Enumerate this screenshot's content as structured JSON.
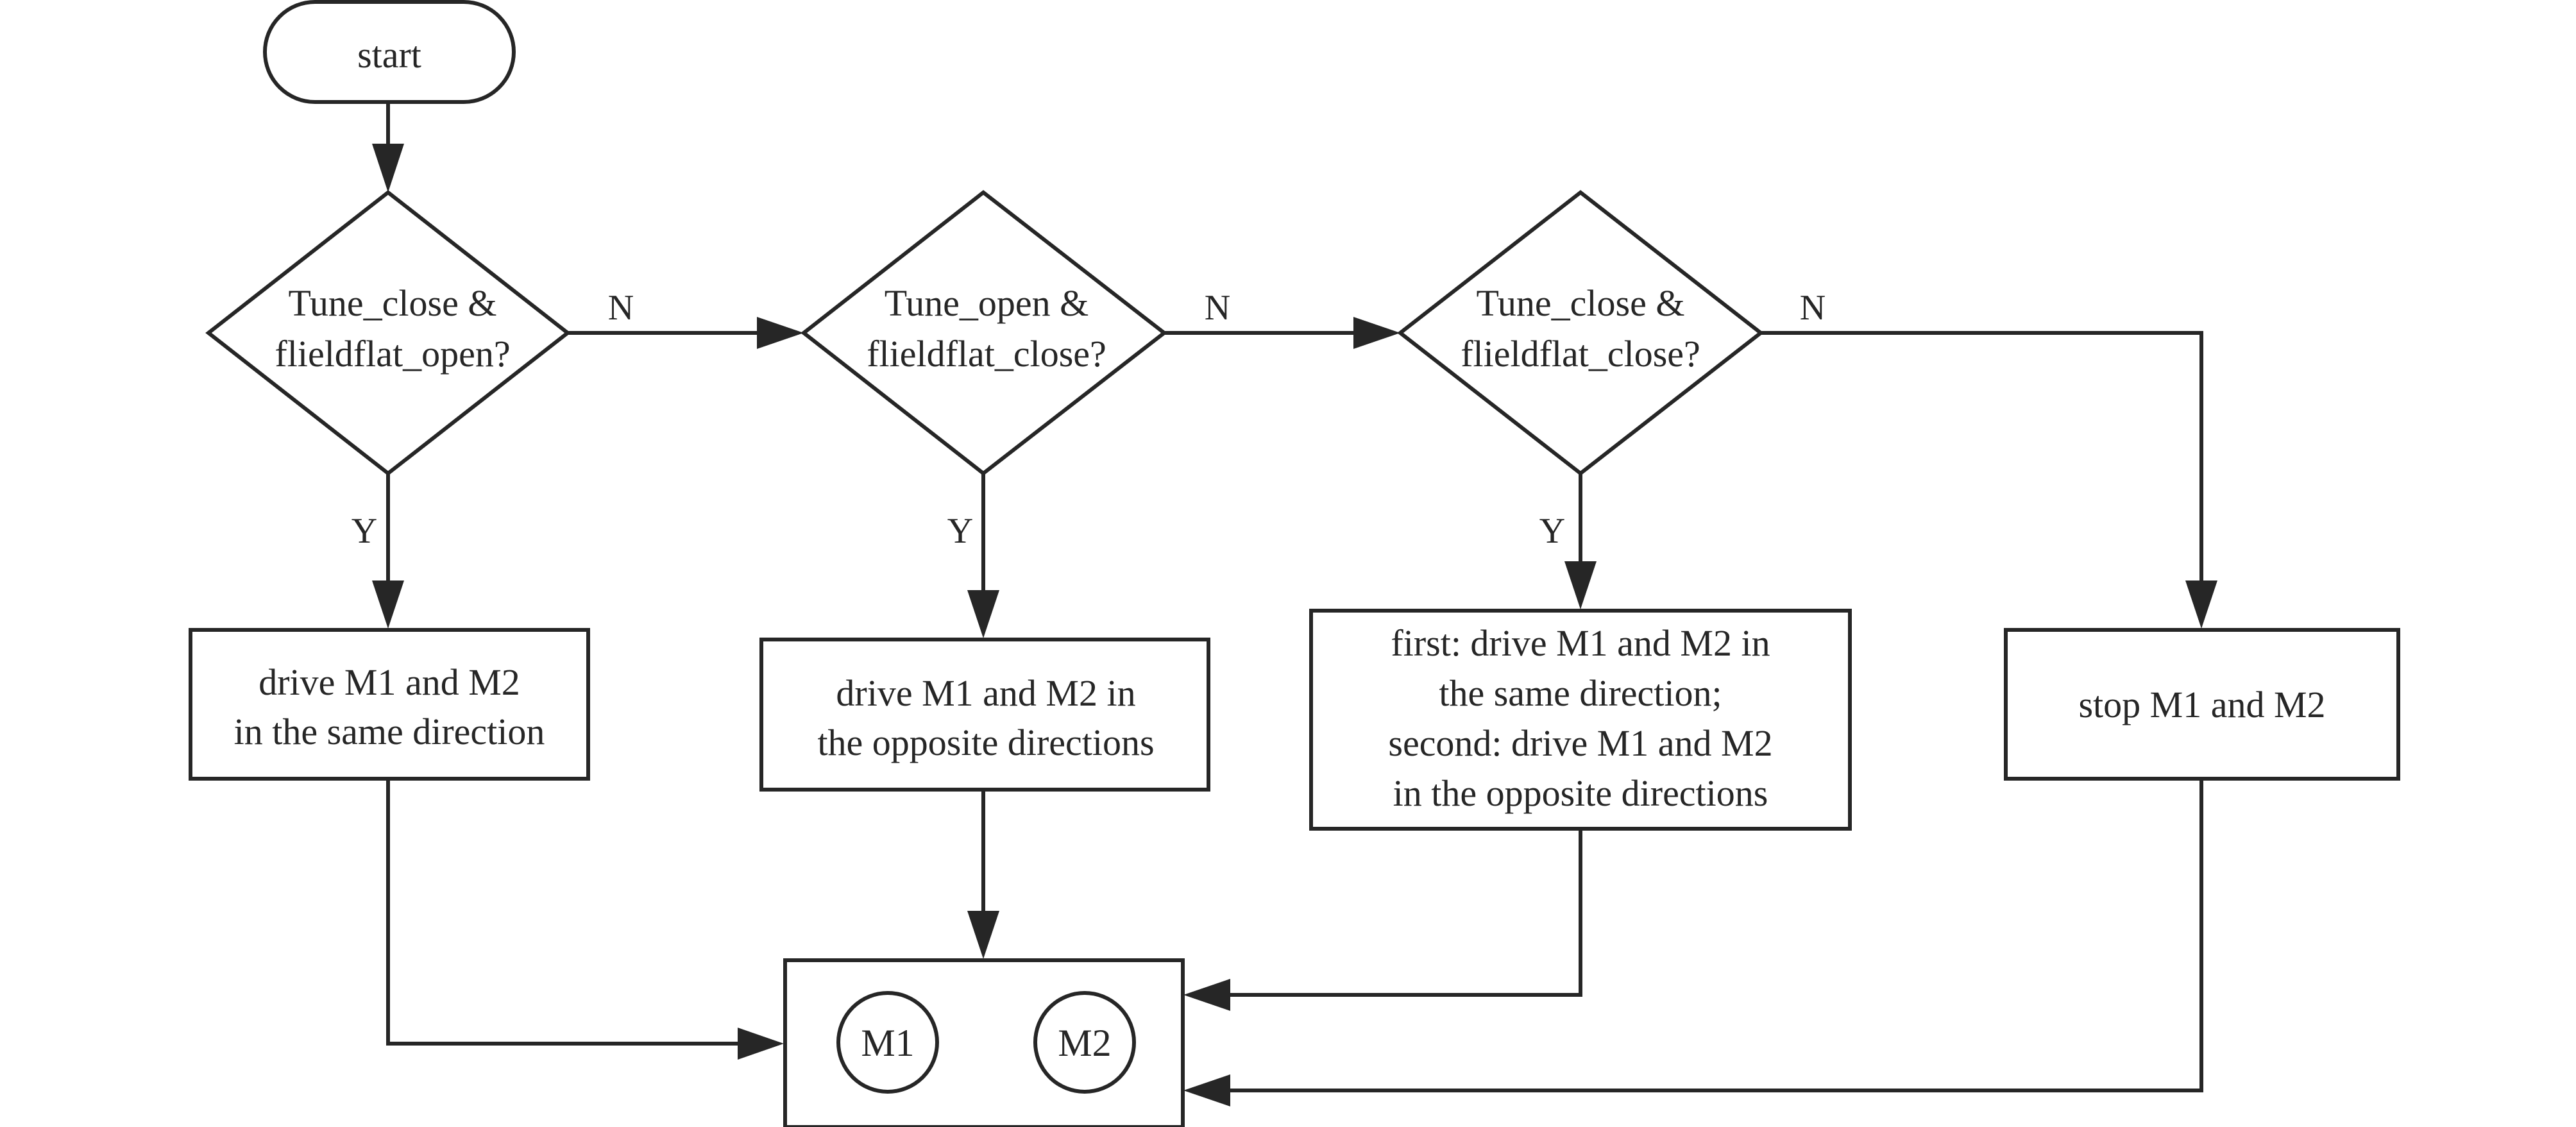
{
  "nodes": {
    "start": {
      "label": "start"
    },
    "decision_1": {
      "lines": [
        "Tune_close &",
        "flieldflat_open?"
      ]
    },
    "decision_2": {
      "lines": [
        "Tune_open &",
        "flieldflat_close?"
      ]
    },
    "decision_3": {
      "lines": [
        "Tune_close &",
        "flieldflat_close?"
      ]
    },
    "action_1": {
      "lines": [
        "drive M1 and M2",
        "in the same direction"
      ]
    },
    "action_2": {
      "lines": [
        "drive M1 and M2 in",
        "the opposite directions"
      ]
    },
    "action_3": {
      "lines": [
        "first: drive M1 and M2 in",
        "the same direction;",
        "second: drive M1 and M2",
        "in the opposite directions"
      ]
    },
    "action_4": {
      "lines": [
        "stop M1 and M2"
      ]
    },
    "motors": {
      "m1": "M1",
      "m2": "M2"
    }
  },
  "edge_labels": {
    "no_1": "N",
    "no_2": "N",
    "no_3": "N",
    "yes_1": "Y",
    "yes_2": "Y",
    "yes_3": "Y"
  },
  "colors": {
    "stroke": "#262626",
    "background": "#ffffff"
  }
}
